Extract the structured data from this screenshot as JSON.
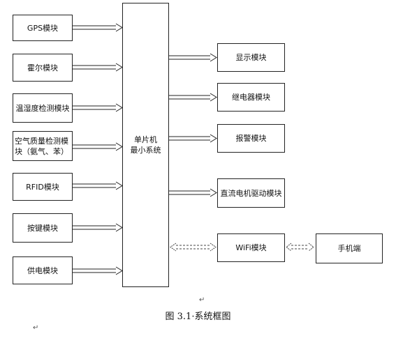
{
  "inputs": [
    {
      "label": "GPS模块"
    },
    {
      "label": "霍尔模块"
    },
    {
      "label": "温湿度检测模块"
    },
    {
      "label": "空气质量检测模块（氨气、苯）"
    },
    {
      "label": "RFID模块"
    },
    {
      "label": "按键模块"
    },
    {
      "label": "供电模块"
    }
  ],
  "mcu": {
    "line1": "单片机",
    "line2": "最小系统"
  },
  "outputs": [
    {
      "label": "显示模块"
    },
    {
      "label": "继电器模块"
    },
    {
      "label": "报警模块"
    },
    {
      "label": "直流电机驱动模块"
    },
    {
      "label": "WiFi模块"
    }
  ],
  "phone": {
    "label": "手机端"
  },
  "caption": "图 3.1·系统框图",
  "marks": {
    "return_symbol": "↵"
  }
}
